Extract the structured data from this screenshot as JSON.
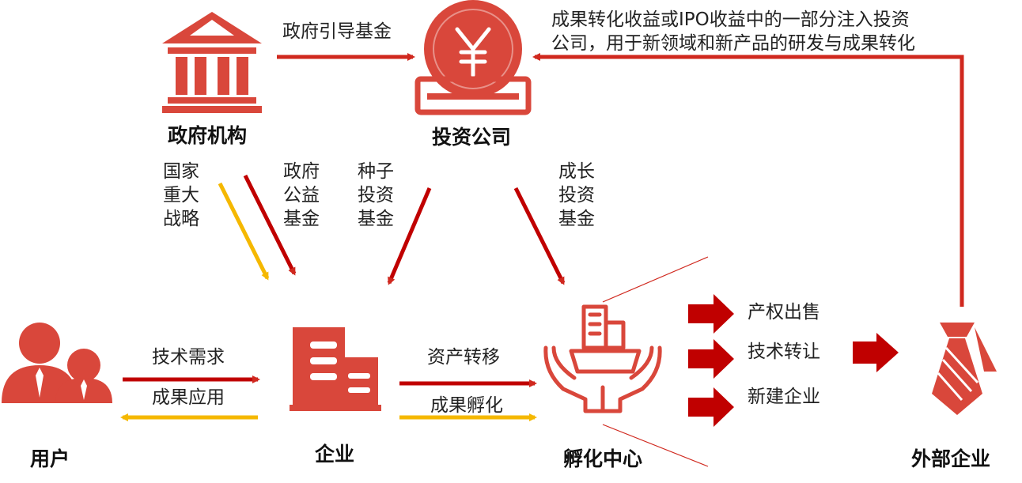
{
  "colors": {
    "red": "#d0281e",
    "darkred": "#c00000",
    "yellow": "#f5b800",
    "icon_red": "#d9473b",
    "text": "#222222"
  },
  "nodes": {
    "government": "政府机构",
    "investment": "投资公司",
    "user": "用户",
    "enterprise": "企业",
    "incubator": "孵化中心",
    "external": "外部企业"
  },
  "edges": {
    "gov_guide_fund": "政府引导基金",
    "feedback_line1": "成果转化收益或IPO收益中的一部分注入投资",
    "feedback_line2": "公司，用于新领域和新产品的研发与成果转化",
    "national_strategy": "国家重大战略",
    "gov_public_fund": "政府公益基金",
    "seed_fund": "种子投资基金",
    "growth_fund": "成长投资基金",
    "tech_demand": "技术需求",
    "result_apply": "成果应用",
    "asset_transfer": "资产转移",
    "result_incubate": "成果孵化"
  },
  "outcomes": [
    "产权出售",
    "技术转让",
    "新建企业"
  ],
  "icons": {
    "government": "bank-building-icon",
    "investment": "yuan-coin-icon",
    "user": "users-icon",
    "enterprise": "office-building-icon",
    "incubator": "hands-building-icon",
    "external": "tie-icon"
  }
}
